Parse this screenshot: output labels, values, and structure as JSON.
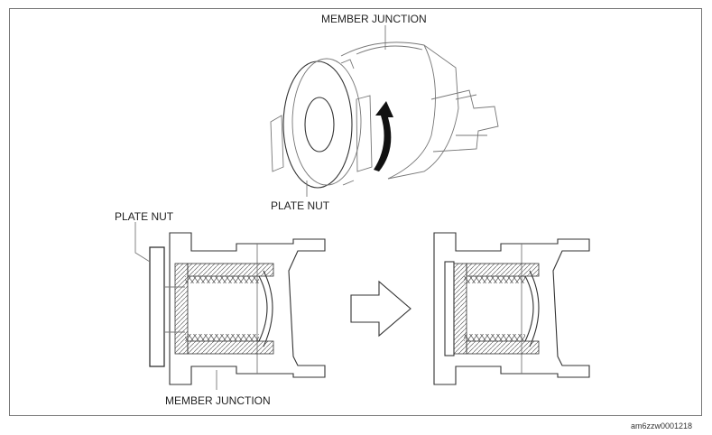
{
  "labels": {
    "top_member_junction": "MEMBER JUNCTION",
    "top_plate_nut": "PLATE NUT",
    "left_plate_nut": "PLATE NUT",
    "bottom_member_junction": "MEMBER JUNCTION",
    "figure_code": "am6zzw0001218"
  },
  "colors": {
    "line": "#333333",
    "frame": "#777777",
    "arrow_fill": "#111111"
  },
  "icons": {
    "rotation": "curved-arrow-icon",
    "transition": "right-arrow-icon"
  }
}
